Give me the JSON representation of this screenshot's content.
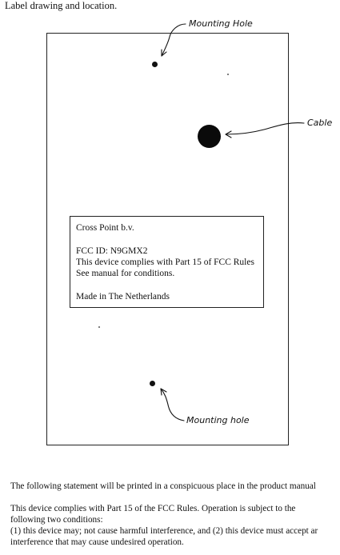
{
  "header": {
    "text": "Label drawing and location."
  },
  "annotations": {
    "mounting_hole_top": "Mounting Hole",
    "cable": "Cable",
    "mounting_hole_bottom": "Mounting hole"
  },
  "label": {
    "company": "Cross Point b.v.",
    "fcc_id": "FCC ID:  N9GMX2",
    "compliance_line": "This device complies with Part 15 of FCC Rules",
    "manual_line": "See manual for conditions.",
    "origin": "Made in The Netherlands"
  },
  "statement": {
    "intro": "The following statement will be printed in a conspicuous place in the product manual",
    "line1": "This device complies with Part 15 of the FCC Rules.  Operation is subject to the",
    "line2": "following two conditions:",
    "line3": "(1) this device may; not cause harmful interference, and (2) this device must accept ar",
    "line4": "interference that may cause undesired operation."
  }
}
